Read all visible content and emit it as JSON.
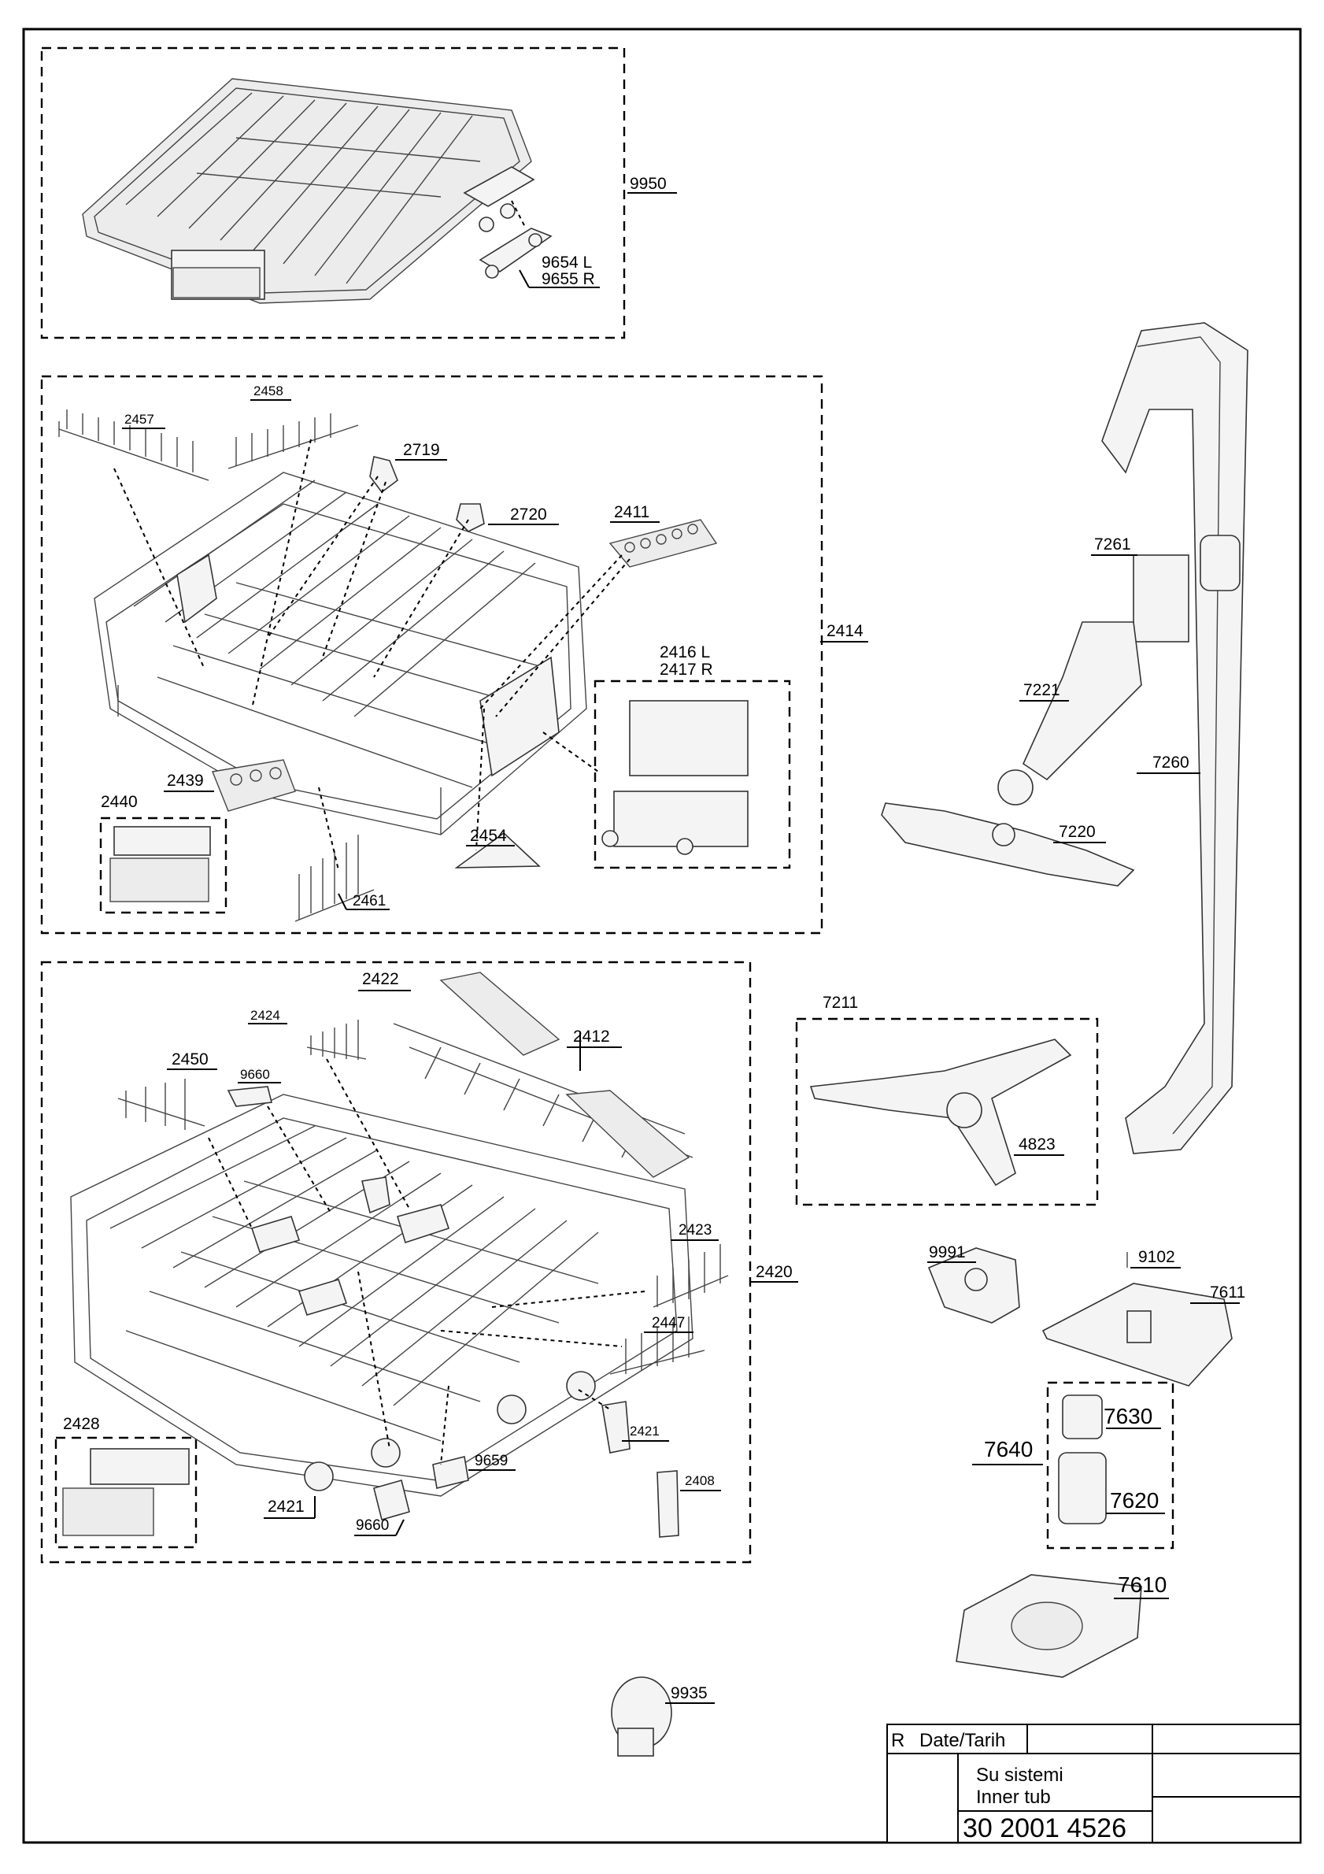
{
  "parts": {
    "p9950": "9950",
    "p9654": "9654 L",
    "p9655": "9655 R",
    "p2457": "2457",
    "p2458": "2458",
    "p2719": "2719",
    "p2720": "2720",
    "p2411": "2411",
    "p2414": "2414",
    "p2416": "2416 L",
    "p2417": "2417 R",
    "p2439": "2439",
    "p2440": "2440",
    "p2454": "2454",
    "p2461": "2461",
    "p7261": "7261",
    "p7221": "7221",
    "p7260": "7260",
    "p7220": "7220",
    "p2422": "2422",
    "p2424": "2424",
    "p2412": "2412",
    "p2450": "2450",
    "p9660a": "9660",
    "p7211": "7211",
    "p4823": "4823",
    "p2423": "2423",
    "p2420": "2420",
    "p2447": "2447",
    "p9991": "9991",
    "p9102": "9102",
    "p7611": "7611",
    "p2428": "2428",
    "p2421a": "2421",
    "p2421b": "2421",
    "p9659": "9659",
    "p2408": "2408",
    "p9660b": "9660",
    "p7630": "7630",
    "p7640": "7640",
    "p7620": "7620",
    "p7610": "7610",
    "p9935": "9935"
  },
  "title_block": {
    "rev_label": "R",
    "date_label": "Date/Tarih",
    "desc_tr": "Su sistemi",
    "desc_en": "Inner tub",
    "drawing_number": "30 2001 4526"
  }
}
